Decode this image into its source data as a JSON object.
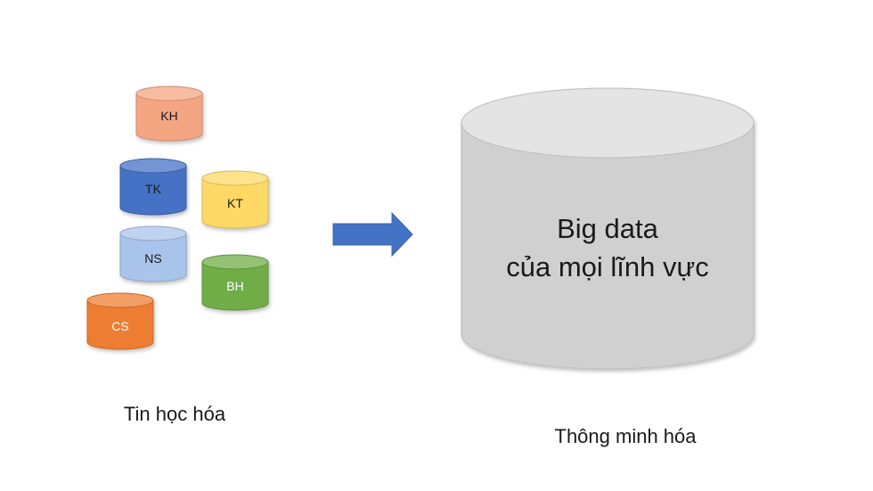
{
  "small_databases": [
    {
      "label": "KH",
      "color": "#f4a582",
      "text_color": "#1a1a1a"
    },
    {
      "label": "TK",
      "color": "#4472c4",
      "text_color": "#ffffff"
    },
    {
      "label": "KT",
      "color": "#ffd966",
      "text_color": "#1a1a1a"
    },
    {
      "label": "NS",
      "color": "#a9c4eb",
      "text_color": "#1a1a1a"
    },
    {
      "label": "BH",
      "color": "#70ad47",
      "text_color": "#ffffff"
    },
    {
      "label": "CS",
      "color": "#ed7d31",
      "text_color": "#ffffff"
    }
  ],
  "arrow": {
    "color": "#4472c4",
    "icon": "right-arrow-icon"
  },
  "big_database": {
    "label_line1": "Big data",
    "label_line2": "của mọi lĩnh vực",
    "color": "#d0d0d0"
  },
  "captions": {
    "left": "Tin học hóa",
    "right": "Thông minh hóa"
  }
}
